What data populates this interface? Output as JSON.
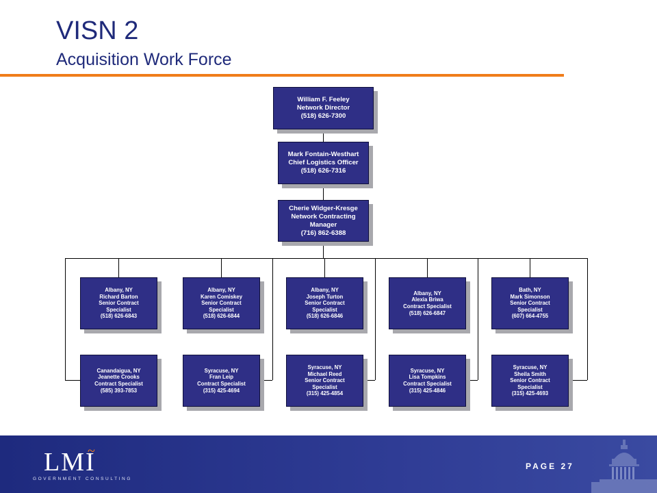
{
  "header": {
    "title": "VISN 2",
    "subtitle": "Acquisition Work Force"
  },
  "org_chart": {
    "director": {
      "lines": [
        "William F. Feeley",
        "Network Director",
        "(518) 626-7300"
      ]
    },
    "logistics": {
      "lines": [
        "Mark Fontain-Westhart",
        "Chief Logistics Officer",
        "(518) 626-7316"
      ]
    },
    "manager": {
      "lines": [
        "Cherie Widger-Kresge",
        "Network Contracting",
        "Manager",
        "(716) 862-6388"
      ]
    },
    "row1": [
      {
        "lines": [
          "Albany, NY",
          "Richard Barton",
          "Senior Contract",
          "Specialist",
          "(518) 626-6843"
        ]
      },
      {
        "lines": [
          "Albany, NY",
          "Karen Comiskey",
          "Senior Contract",
          "Specialist",
          "(518) 626-6844"
        ]
      },
      {
        "lines": [
          "Albany, NY",
          "Joseph Turton",
          "Senior Contract",
          "Specialist",
          "(518) 626-6846"
        ]
      },
      {
        "lines": [
          "Albany, NY",
          "Alexia Briwa",
          "Contract Specialist",
          "(518) 626-6847"
        ]
      },
      {
        "lines": [
          "Bath, NY",
          "Mark Simonson",
          "Senior Contract",
          "Specialist",
          "(607) 664-4755"
        ]
      }
    ],
    "row2": [
      {
        "lines": [
          "Canandaigua, NY",
          "Jeanette Crooks",
          "Contract Specialist",
          "(585) 393-7853"
        ]
      },
      {
        "lines": [
          "Syracuse, NY",
          "Fran Leip",
          "Contract Specialist",
          "(315) 425-4694"
        ]
      },
      {
        "lines": [
          "Syracuse, NY",
          "Michael Reed",
          "Senior Contract",
          "Specialist",
          "(315) 425-4854"
        ]
      },
      {
        "lines": [
          "Syracuse, NY",
          "Lisa Tompkins",
          "Contract Specialist",
          "(315) 425-4846"
        ]
      },
      {
        "lines": [
          "Syracuse, NY",
          "Sheila Smith",
          "Senior Contract",
          "Specialist",
          "(315) 425-4693"
        ]
      }
    ]
  },
  "footer": {
    "logo": "LMI",
    "logo_sub": "GOVERNMENT CONSULTING",
    "page_label": "PAGE 27"
  }
}
